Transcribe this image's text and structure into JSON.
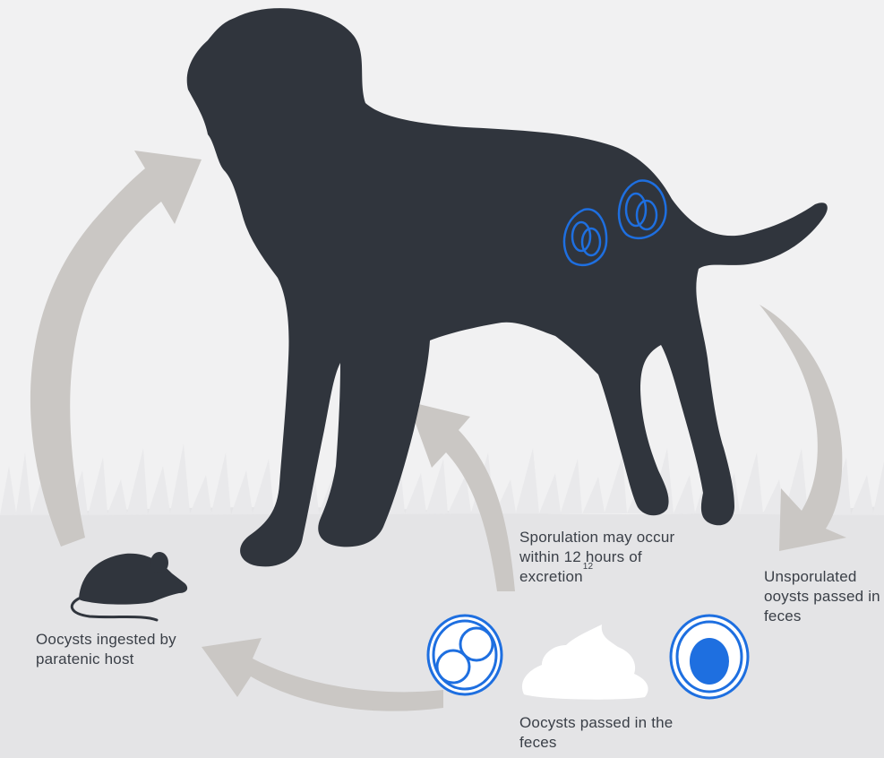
{
  "labels": {
    "sporulation_main": "Sporulation may occur within 12 hours of excretion",
    "sporulation_ref": "12",
    "unsporulated": "Unsporulated ooysts passed in feces",
    "ingested": "Oocysts ingested by paratenic host",
    "passed": "Oocysts passed in the feces"
  },
  "colors": {
    "background": "#f1f1f2",
    "ground": "#e4e4e6",
    "grass": "#e9e9eb",
    "silhouette": "#30353d",
    "arrow": "#cac7c4",
    "oocyst_blue": "#1e6fe0",
    "feces": "#ffffff",
    "text": "#3a3f47"
  },
  "icons": [
    "dog-silhouette",
    "mouse-silhouette",
    "oocyst-sporulated-icon",
    "oocyst-unsporulated-icon",
    "feces-icon",
    "cycle-arrow"
  ]
}
